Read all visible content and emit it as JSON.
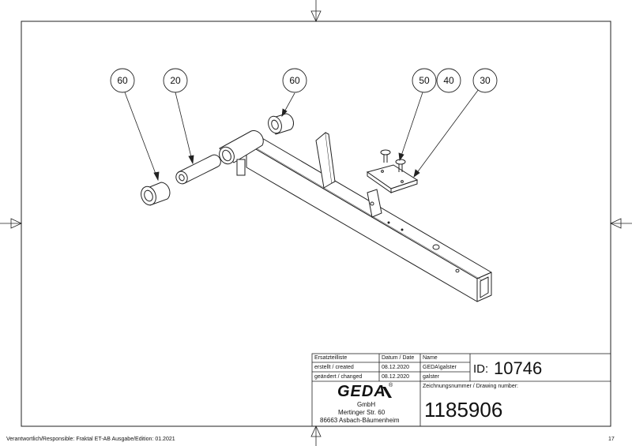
{
  "callouts": [
    "60",
    "20",
    "60",
    "50",
    "40",
    "30"
  ],
  "title_block": {
    "parts_list_label": "Ersatzteilliste",
    "date_header": "Datum / Date",
    "name_header": "Name",
    "created_label": "erstellt / created",
    "created_date": "08.12.2020",
    "created_name": "GEDA\\galster",
    "changed_label": "geändert / changed",
    "changed_date": "08.12.2020",
    "changed_name": "galster",
    "id_label": "ID:",
    "id_value": "10746",
    "drawing_number_label": "Zeichnungsnummer / Drawing number:",
    "drawing_number": "1185906",
    "company_logo": "GEDA",
    "company_suffix": "GmbH",
    "street": "Mertinger Str. 60",
    "city": "86663 Asbach-Bäumenheim"
  },
  "footer": {
    "responsible": "Verantwortlich/Responsible: Fraktal ET-AB Ausgabe/Edition: 01.2021",
    "page": "17"
  }
}
